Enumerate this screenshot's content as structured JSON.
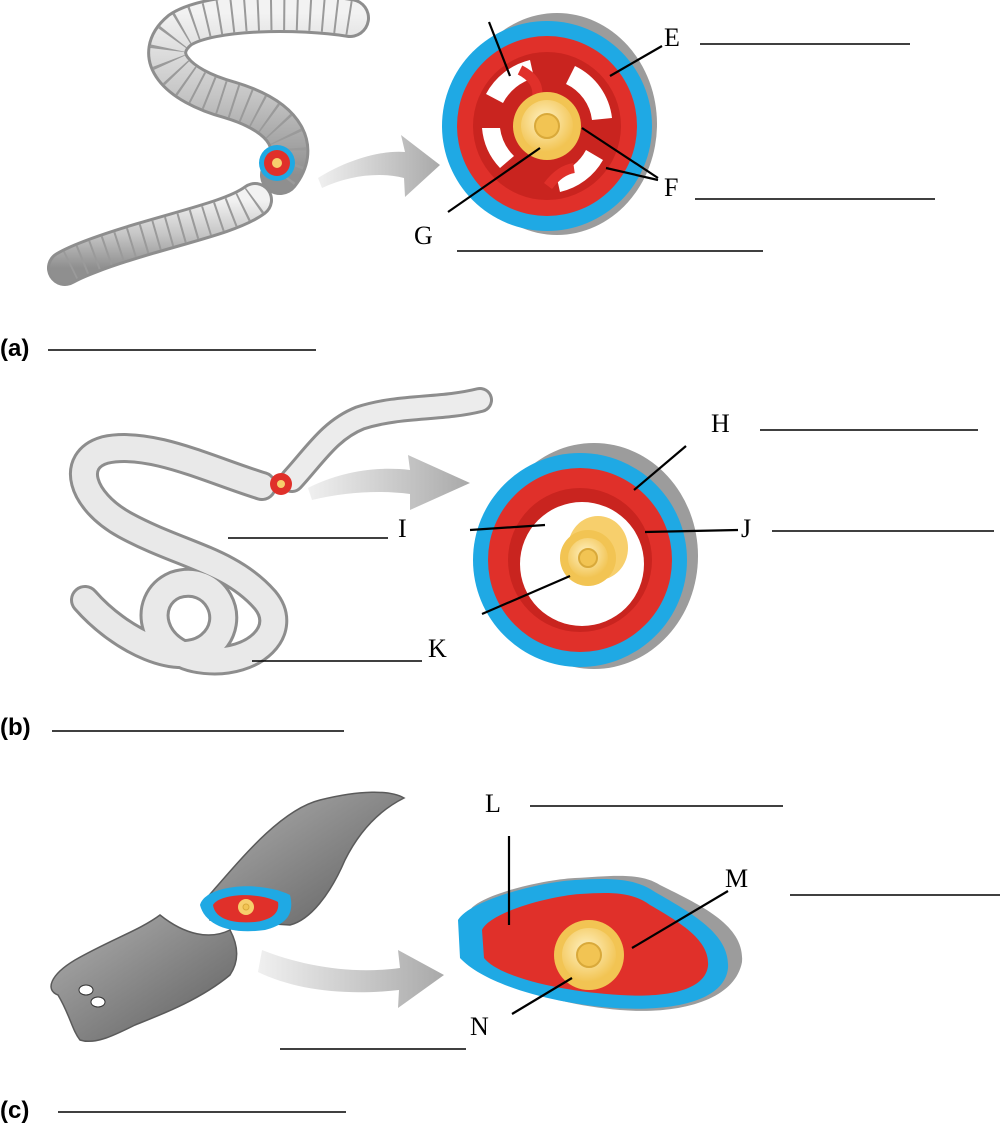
{
  "panels": [
    {
      "id": "a",
      "caption": "(a)"
    },
    {
      "id": "b",
      "caption": "(b)"
    },
    {
      "id": "c",
      "caption": "(c)"
    }
  ],
  "labels": {
    "E": "E",
    "F": "F",
    "G": "G",
    "H": "H",
    "I": "I",
    "J": "J",
    "K": "K",
    "L": "L",
    "M": "M",
    "N": "N"
  },
  "answers": {
    "E": "",
    "F": "",
    "G": "",
    "panel_a": "",
    "H": "",
    "I": "",
    "J": "",
    "K": "",
    "panel_b": "",
    "L": "",
    "M": "",
    "N": "",
    "panel_c": ""
  },
  "colors": {
    "ectoderm_blue": "#1fa9e4",
    "mesoderm_red": "#e0302a",
    "endoderm_yellow": "#f7cf6c",
    "body_gray": "#c8c8c8",
    "arrow_gray": "#bdbdbd"
  }
}
